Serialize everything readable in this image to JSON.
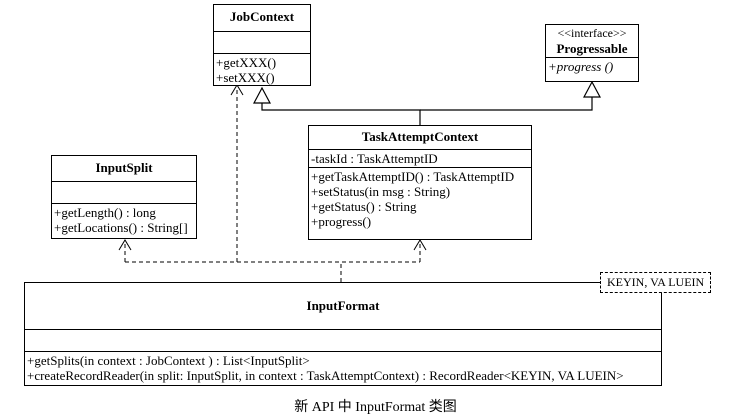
{
  "classes": {
    "job_context": {
      "name": "JobContext",
      "operations": [
        "+getXXX()",
        "+setXXX()"
      ]
    },
    "progressable": {
      "stereotype": "<<interface>>",
      "name": "Progressable",
      "operations": [
        "+progress ()"
      ]
    },
    "task_attempt_context": {
      "name": "TaskAttemptContext",
      "attributes": [
        "-taskId : TaskAttemptID"
      ],
      "operations": [
        "+getTaskAttemptID() : TaskAttemptID",
        "+setStatus(in msg : String)",
        "+getStatus() : String",
        "+progress()"
      ]
    },
    "input_split": {
      "name": "InputSplit",
      "operations": [
        "+getLength() : long",
        "+getLocations() : String[]"
      ]
    },
    "input_format": {
      "name": "InputFormat",
      "template_parameters": "KEYIN, VA LUEIN",
      "operations": [
        "+getSplits(in context : JobContext ) : List<InputSplit>",
        "+createRecordReader(in split: InputSplit, in context : TaskAttemptContext) : RecordReader<KEYIN, VA LUEIN>"
      ]
    }
  },
  "caption": "新 API 中 InputFormat 类图"
}
